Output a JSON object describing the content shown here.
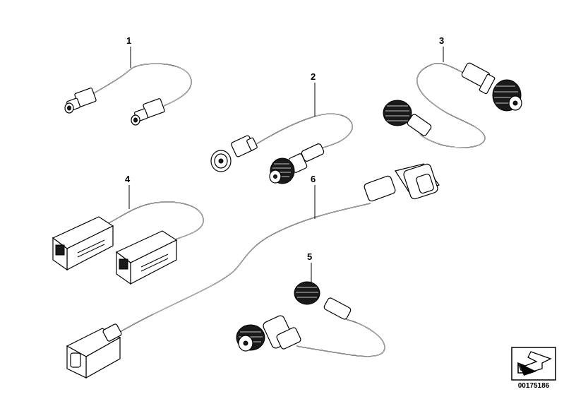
{
  "diagram": {
    "part_labels": [
      "1",
      "2",
      "3",
      "4",
      "5",
      "6"
    ],
    "document_number": "00175186"
  },
  "icons": [
    "connector-icon",
    "nav-arrow-icon"
  ]
}
